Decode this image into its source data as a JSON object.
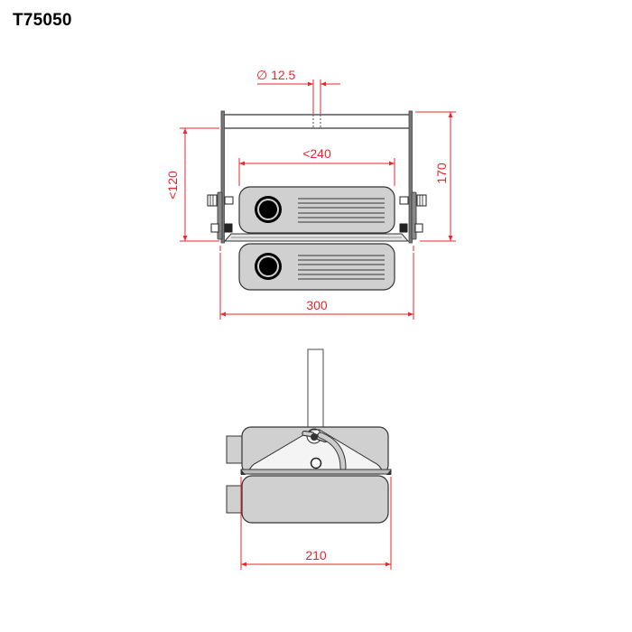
{
  "title": "T75050",
  "colors": {
    "dimension": "#e8262e",
    "body_fill": "#d0d0d0",
    "outline": "#333333",
    "lens": "#000000",
    "background": "#ffffff"
  },
  "front_view": {
    "dimensions": {
      "tube_diameter": "∅ 12.5",
      "inner_width": "<240",
      "height_left": "<120",
      "height_right": "170",
      "overall_width": "300"
    },
    "units": [
      {
        "name": "upper-fixture",
        "lens": "lens",
        "vent_lines": 6
      },
      {
        "name": "lower-fixture",
        "lens": "lens",
        "vent_lines": 6
      }
    ]
  },
  "side_view": {
    "dimensions": {
      "depth": "210"
    }
  }
}
